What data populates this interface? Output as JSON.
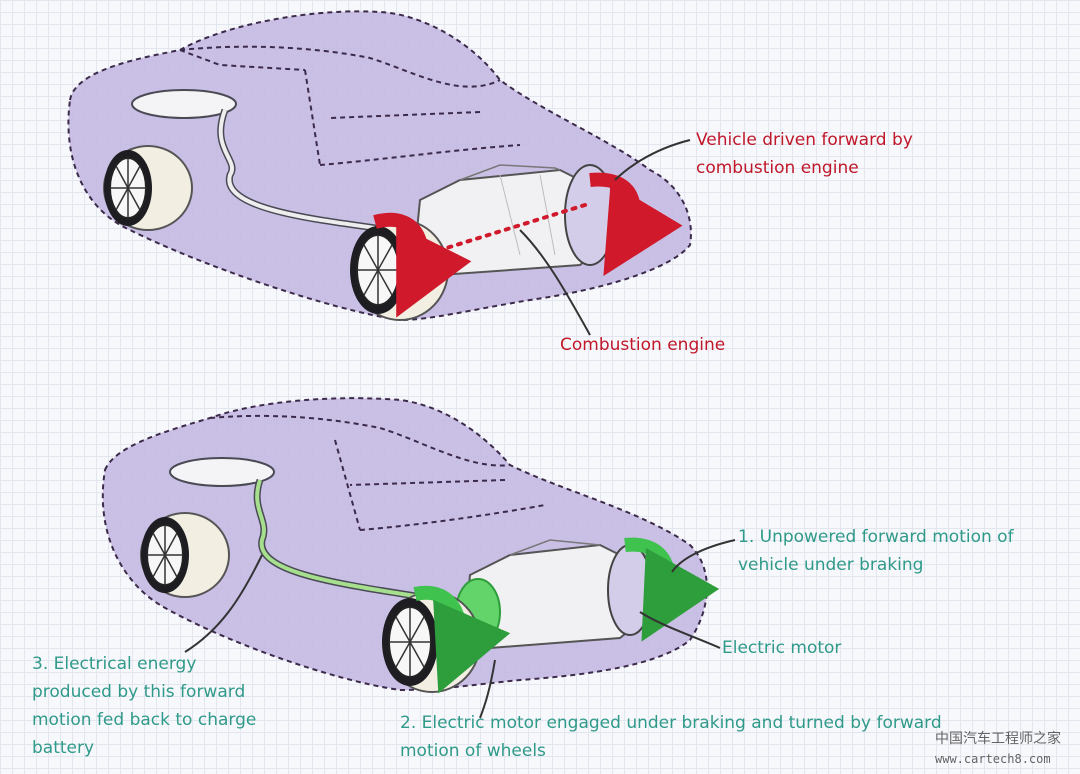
{
  "top_diagram": {
    "label_driven": [
      "Vehicle driven forward by",
      "combustion engine"
    ],
    "label_engine": "Combustion engine"
  },
  "bottom_diagram": {
    "label_unpowered": [
      "1. Unpowered forward motion of",
      "vehicle under braking"
    ],
    "label_motor": "Electric motor",
    "label_engaged": [
      "2. Electric motor engaged under braking and turned by forward",
      "motion of wheels"
    ],
    "label_energy": [
      "3. Electrical energy",
      "produced by this forward",
      "motion fed back to charge",
      "battery"
    ]
  },
  "watermark": {
    "cn": "中国汽车工程师之家",
    "url": "www.cartech8.com"
  },
  "colors": {
    "car_fill": "#c2b6e2",
    "red_accent": "#d0192b",
    "green_accent": "#3fc24e",
    "label_green": "#2f9a8a"
  }
}
